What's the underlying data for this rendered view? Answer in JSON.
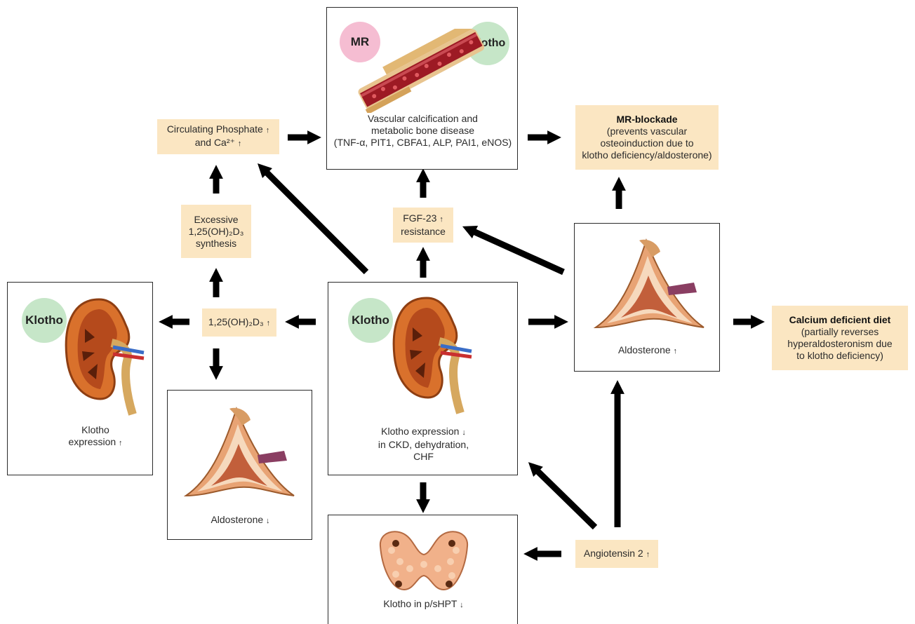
{
  "colors": {
    "label_bg": "#fbe6c2",
    "klotho_circle": "#c6e6c8",
    "mr_circle": "#f5bdd2",
    "arrow": "#000000"
  },
  "top_panel": {
    "badge_left": "MR",
    "badge_right": "Klotho",
    "caption_line1": "Vascular calcification and",
    "caption_line2": "metabolic bone disease",
    "caption_line3": "(TNF-α, PIT1, CBFA1, ALP, PAI1, eNOS)"
  },
  "phosphate_box": {
    "line1": "Circulating Phosphate",
    "line2": "and Ca²⁺"
  },
  "mr_blockade_box": {
    "title": "MR-blockade",
    "line1": "(prevents vascular",
    "line2": "osteoinduction due to",
    "line3": "klotho deficiency/aldosterone)"
  },
  "synthesis_box": {
    "line1": "Excessive",
    "line2": "1,25(OH)₂D₃",
    "line3": "synthesis"
  },
  "fgf23_box": {
    "line1": "FGF-23",
    "line2": "resistance"
  },
  "vitd_box": {
    "text": "1,25(OH)₂D₃"
  },
  "left_kidney_panel": {
    "badge": "Klotho",
    "caption_line1": "Klotho",
    "caption_line2": "expression"
  },
  "center_kidney_panel": {
    "badge": "Klotho",
    "caption_line1": "Klotho expression",
    "caption_line2": "in CKD, dehydration,",
    "caption_line3": "CHF"
  },
  "adrenal_right_panel": {
    "caption": "Aldosterone"
  },
  "adrenal_low_panel": {
    "caption": "Aldosterone"
  },
  "calcium_box": {
    "title": "Calcium deficient diet",
    "line1": "(partially reverses",
    "line2": "hyperaldosteronism due",
    "line3": "to klotho deficiency)"
  },
  "thyroid_panel": {
    "caption": "Klotho in p/sHPT"
  },
  "angiotensin_box": {
    "text": "Angiotensin 2"
  },
  "glyphs": {
    "up": "↑",
    "down": "↓"
  }
}
